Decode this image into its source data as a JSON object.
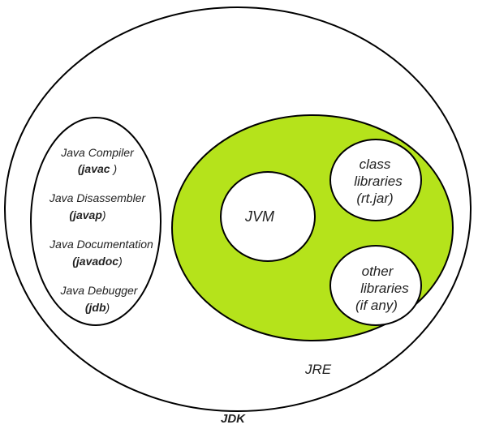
{
  "jdk_label": "JDK",
  "jre_label": "JRE",
  "jvm_label": "JVM",
  "tools": [
    {
      "name": "Java Compiler",
      "cmd": "javac",
      "suffix": " )"
    },
    {
      "name": "Java Disassembler",
      "cmd": "javap",
      "suffix": ")"
    },
    {
      "name": "Java Documentation",
      "cmd": "javadoc",
      "suffix": ")"
    },
    {
      "name": "Java Debugger",
      "cmd": "jdb",
      "suffix": ")"
    }
  ],
  "class_libraries": [
    "class",
    "libraries",
    "(rt.jar)"
  ],
  "other_libraries": [
    "other",
    "libraries",
    "(if any)"
  ],
  "colors": {
    "jre_fill": "#b5e31b",
    "stroke": "#000000",
    "inner_fill": "#ffffff"
  }
}
